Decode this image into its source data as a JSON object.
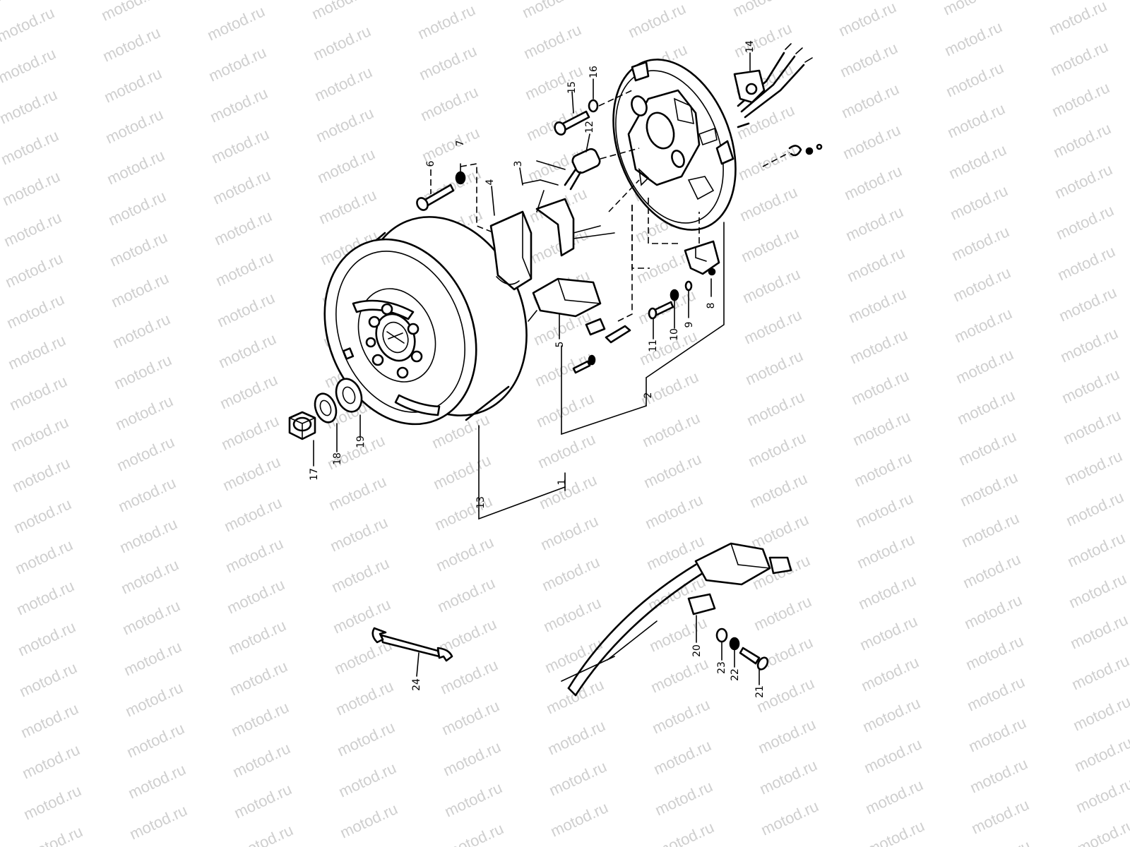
{
  "watermark": {
    "text": "motod.ru"
  },
  "callouts": [
    {
      "id": "1",
      "text": "1"
    },
    {
      "id": "2",
      "text": "2"
    },
    {
      "id": "3",
      "text": "3"
    },
    {
      "id": "4",
      "text": "4"
    },
    {
      "id": "5",
      "text": "5"
    },
    {
      "id": "6",
      "text": "6"
    },
    {
      "id": "7",
      "text": "7"
    },
    {
      "id": "8",
      "text": "8"
    },
    {
      "id": "9",
      "text": "9"
    },
    {
      "id": "10",
      "text": "10"
    },
    {
      "id": "11",
      "text": "11"
    },
    {
      "id": "12",
      "text": "12"
    },
    {
      "id": "13",
      "text": "13"
    },
    {
      "id": "14",
      "text": "14"
    },
    {
      "id": "15",
      "text": "15"
    },
    {
      "id": "16",
      "text": "16"
    },
    {
      "id": "17",
      "text": "17"
    },
    {
      "id": "18",
      "text": "18"
    },
    {
      "id": "19",
      "text": "19"
    },
    {
      "id": "20",
      "text": "20"
    },
    {
      "id": "21",
      "text": "21"
    },
    {
      "id": "22",
      "text": "22"
    },
    {
      "id": "23",
      "text": "23"
    },
    {
      "id": "24",
      "text": "24"
    }
  ]
}
